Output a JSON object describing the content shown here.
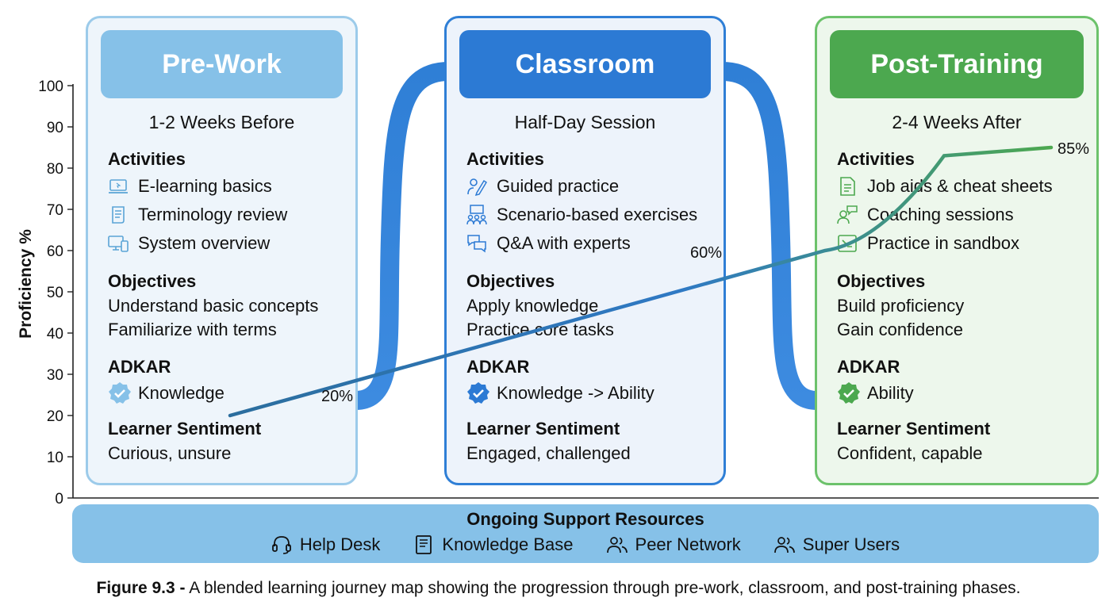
{
  "colors": {
    "prework_accent": "#86c1e8",
    "classroom_accent": "#2c7ad4",
    "post_accent": "#4ca84f",
    "proficiency_line": "#2b6e9e",
    "connector": "#2f7fd6"
  },
  "axis": {
    "title": "Proficiency %",
    "ticks": [
      "0",
      "10",
      "20",
      "30",
      "40",
      "50",
      "60",
      "70",
      "80",
      "90",
      "100"
    ]
  },
  "proficiency_points": [
    {
      "label": "20%",
      "value": 20
    },
    {
      "label": "60%",
      "value": 60
    },
    {
      "label": "85%",
      "value": 85
    }
  ],
  "phases": [
    {
      "name": "Pre-Work",
      "timing": "1-2 Weeks Before",
      "activities_title": "Activities",
      "activities": [
        {
          "icon": "laptop-icon",
          "label": "E-learning basics"
        },
        {
          "icon": "scroll-icon",
          "label": "Terminology review"
        },
        {
          "icon": "devices-icon",
          "label": "System overview"
        }
      ],
      "objectives_title": "Objectives",
      "objectives": [
        "Understand basic concepts",
        "Familiarize with terms"
      ],
      "adkar_title": "ADKAR",
      "adkar": "Knowledge",
      "sentiment_title": "Learner Sentiment",
      "sentiment": "Curious, unsure"
    },
    {
      "name": "Classroom",
      "timing": "Half-Day Session",
      "activities_title": "Activities",
      "activities": [
        {
          "icon": "pencil-person-icon",
          "label": "Guided practice"
        },
        {
          "icon": "group-presentation-icon",
          "label": "Scenario-based exercises"
        },
        {
          "icon": "chat-bubbles-icon",
          "label": "Q&A with experts"
        }
      ],
      "objectives_title": "Objectives",
      "objectives": [
        "Apply knowledge",
        "Practice core tasks"
      ],
      "adkar_title": "ADKAR",
      "adkar": "Knowledge -> Ability",
      "sentiment_title": "Learner Sentiment",
      "sentiment": "Engaged, challenged"
    },
    {
      "name": "Post-Training",
      "timing": "2-4 Weeks After",
      "activities_title": "Activities",
      "activities": [
        {
          "icon": "document-list-icon",
          "label": "Job aids & cheat sheets"
        },
        {
          "icon": "coaching-chat-icon",
          "label": "Coaching sessions"
        },
        {
          "icon": "terminal-icon",
          "label": "Practice in sandbox"
        }
      ],
      "objectives_title": "Objectives",
      "objectives": [
        "Build proficiency",
        "Gain confidence"
      ],
      "adkar_title": "ADKAR",
      "adkar": "Ability",
      "sentiment_title": "Learner Sentiment",
      "sentiment": "Confident, capable"
    }
  ],
  "support": {
    "title": "Ongoing Support Resources",
    "items": [
      {
        "icon": "headset-icon",
        "label": "Help Desk"
      },
      {
        "icon": "book-icon",
        "label": "Knowledge Base"
      },
      {
        "icon": "people-icon",
        "label": "Peer Network"
      },
      {
        "icon": "users-icon",
        "label": "Super Users"
      }
    ]
  },
  "caption": {
    "figure": "Figure 9.3 -",
    "text": " A blended learning journey map showing the progression through pre-work, classroom, and post-training phases."
  }
}
